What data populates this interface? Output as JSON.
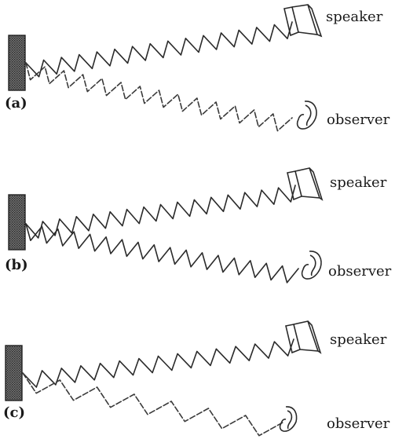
{
  "panels": [
    {
      "id": "a",
      "label": "(a)",
      "speaker_label": "speaker",
      "observer_label": "observer"
    },
    {
      "id": "b",
      "label": "(b)",
      "speaker_label": "speaker",
      "observer_label": "observer"
    },
    {
      "id": "c",
      "label": "(c)",
      "speaker_label": "speaker",
      "observer_label": "observer"
    }
  ]
}
